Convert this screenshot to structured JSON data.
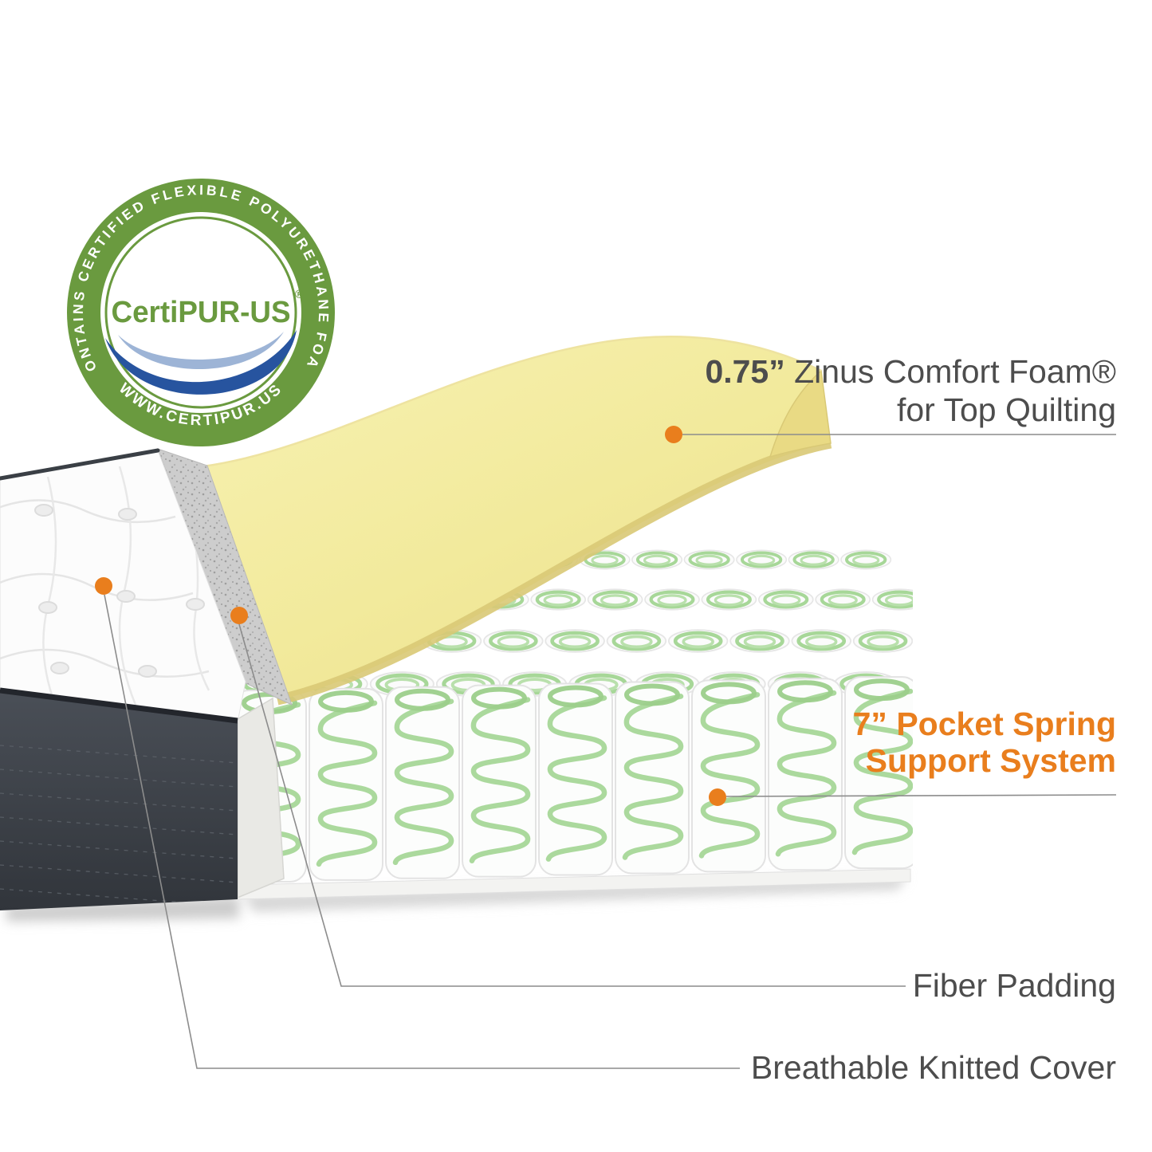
{
  "badge": {
    "ring_top_text": "CONTAINS CERTIFIED FLEXIBLE POLYURETHANE FOAM",
    "ring_bottom_text": "WWW.CERTIPUR.US",
    "center_text": "CertiPUR-US",
    "registered_mark": "®"
  },
  "callouts": {
    "comfort_foam": {
      "measure": "0.75”",
      "rest": " Zinus Comfort Foam®",
      "line2": "for Top Quilting"
    },
    "pocket_spring": {
      "measure": "7”",
      "rest": " Pocket Spring",
      "line2": "Support System"
    },
    "fiber_padding": {
      "label": "Fiber Padding"
    },
    "knitted_cover": {
      "label": "Breathable Knitted Cover"
    }
  },
  "colors": {
    "accent_orange": "#e97e1d",
    "label_gray": "#4d4d4d",
    "foam_yellow": "#f3eda0",
    "spring_green": "#a7d798",
    "badge_green": "#6a9a3f",
    "swoosh_dark_blue": "#27549f",
    "swoosh_light_blue": "#9db4d6",
    "fabric_dark": "#3f444b"
  }
}
